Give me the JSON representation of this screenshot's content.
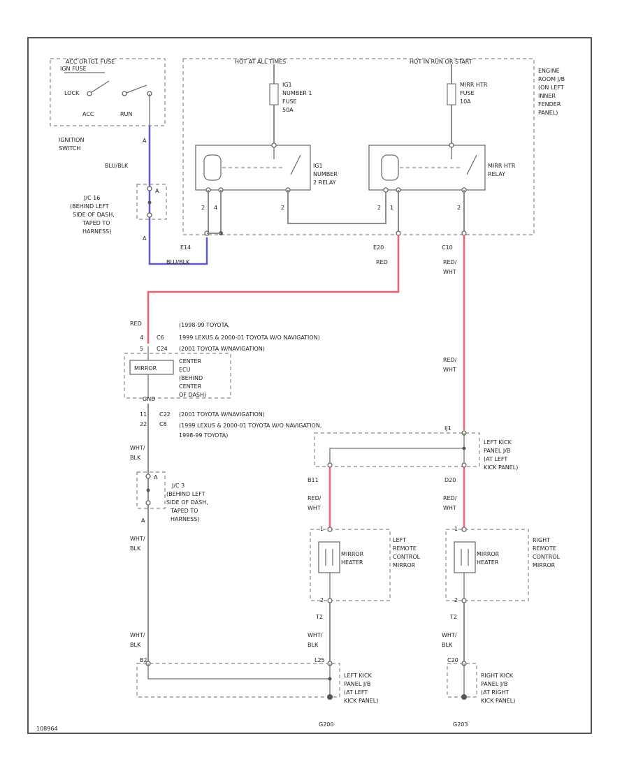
{
  "colors": {
    "background": "#ffffff",
    "frame": "#555555",
    "wire_default": "#8c8c8c",
    "wire_red": "#f06070",
    "wire_blue": "#5b5bd6",
    "text": "#222222"
  },
  "labels": {
    "acc_supply": "ACC OR IG1 FUSE",
    "fuse_ign": "IGN FUSE",
    "lock": "LOCK",
    "acc": "ACC",
    "run": "RUN",
    "ignition_switch_1": "IGNITION",
    "ignition_switch_2": "SWITCH",
    "hot_at_all_times": "HOT AT ALL TIMES",
    "hot_run_start": "HOT IN RUN OR START",
    "engine_room_1": "ENGINE",
    "engine_room_2": "ROOM J/B",
    "engine_room_3": "(ON LEFT",
    "engine_room_4": "INNER",
    "engine_room_5": "FENDER",
    "engine_room_6": "PANEL)",
    "fuse1_1": "IG1",
    "fuse1_2": "NUMBER 1",
    "fuse1_3": "FUSE",
    "fuse1_4": "50A",
    "fuse2_1": "MIRR HTR",
    "fuse2_2": "FUSE",
    "fuse2_3": "10A",
    "relay1_1": "IG1",
    "relay1_2": "NUMBER",
    "relay1_3": "2 RELAY",
    "relay2_1": "MIRR HTR",
    "relay2_2": "RELAY",
    "pin_4": "4",
    "pin_A": "A",
    "pin_2": "2",
    "pin_1": "1",
    "blu_blk": "BLU/BLK",
    "jc_16_1": "J/C 16",
    "jc_16_2": "(BEHIND LEFT",
    "jc_16_3": "SIDE OF DASH,",
    "jc_16_4": "TAPED TO",
    "jc_16_5": "HARNESS)",
    "e14": "E14",
    "e20": "E20",
    "c10": "C10",
    "red": "RED",
    "red_wht_1": "RED/",
    "red_wht_2": "WHT",
    "year_1": "(1998-99 TOYOTA,",
    "year_2": "1999 LEXUS & 2000-01 TOYOTA W/O NAVIGATION)",
    "year_3": "(2001 TOYOTA W/NAVIGATION)",
    "c6": "C6",
    "c24": "C24",
    "pin_5": "5",
    "mirror_module": "MIRROR",
    "center_1": "CENTER",
    "center_2": "ECU",
    "center_3": "(BEHIND",
    "center_4": "CENTER",
    "center_5": "OF DASH)",
    "gnd": "GND",
    "pin_11": "11",
    "pin_22": "22",
    "c22": "C22",
    "c8": "C8",
    "year_4": "(2001 TOYOTA W/NAVIGATION)",
    "year_5": "(1999 LEXUS & 2000-01 TOYOTA W/O NAVIGATION,",
    "year_6": "1998-99 TOYOTA)",
    "wht_blk_1": "WHT/",
    "wht_blk_2": "BLK",
    "jc3_1": "J/C 3",
    "jc3_2": "(BEHIND LEFT",
    "jc3_3": "SIDE OF DASH,",
    "jc3_4": "TAPED TO",
    "jc3_5": "HARNESS)",
    "ij1": "IJ1",
    "lkp_1": "LEFT KICK",
    "lkp_2": "PANEL J/B",
    "lkp_3": "(AT LEFT",
    "lkp_4": "KICK PANEL)",
    "b11": "B11",
    "d20": "D20",
    "mirror_heater_1": "MIRROR",
    "mirror_heater_2": "HEATER",
    "left_mirror_1": "LEFT",
    "left_mirror_2": "REMOTE",
    "left_mirror_3": "CONTROL",
    "left_mirror_4": "MIRROR",
    "right_mirror_1": "RIGHT",
    "right_mirror_2": "REMOTE",
    "right_mirror_3": "CONTROL",
    "right_mirror_4": "MIRROR",
    "t2_left": "T2",
    "t2_right": "T2",
    "b2": "B2",
    "l25": "L25",
    "c20": "C20",
    "rkp_1": "RIGHT KICK",
    "rkp_2": "PANEL J/B",
    "rkp_3": "(AT RIGHT",
    "rkp_4": "KICK PANEL)",
    "g200": "G200",
    "g203": "G203",
    "footer_id": "108964"
  }
}
